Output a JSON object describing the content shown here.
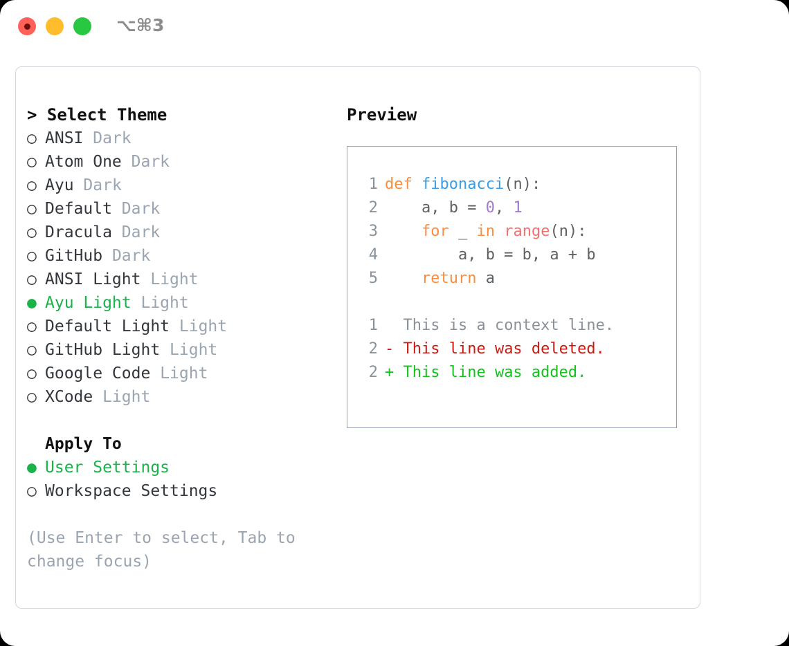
{
  "titlebar": {
    "shortcut": "⌥⌘3",
    "buttons": [
      {
        "name": "close",
        "color": "#ff6159"
      },
      {
        "name": "minimize",
        "color": "#ffbd2e"
      },
      {
        "name": "maximize",
        "color": "#28c840"
      }
    ]
  },
  "theme_picker": {
    "header": "> Select Theme",
    "selected_marker": "●",
    "unselected_marker": "○",
    "accent_color": "#19b34a",
    "variant_color": "#9aa5b1",
    "items": [
      {
        "marker": "○",
        "name": "ANSI",
        "variant": "Dark",
        "selected": false
      },
      {
        "marker": "○",
        "name": "Atom One",
        "variant": "Dark",
        "selected": false
      },
      {
        "marker": "○",
        "name": "Ayu",
        "variant": "Dark",
        "selected": false
      },
      {
        "marker": "○",
        "name": "Default",
        "variant": "Dark",
        "selected": false
      },
      {
        "marker": "○",
        "name": "Dracula",
        "variant": "Dark",
        "selected": false
      },
      {
        "marker": "○",
        "name": "GitHub",
        "variant": "Dark",
        "selected": false
      },
      {
        "marker": "○",
        "name": "ANSI Light",
        "variant": "Light",
        "selected": false
      },
      {
        "marker": "●",
        "name": "Ayu Light",
        "variant": "Light",
        "selected": true
      },
      {
        "marker": "○",
        "name": "Default Light",
        "variant": "Light",
        "selected": false
      },
      {
        "marker": "○",
        "name": "GitHub Light",
        "variant": "Light",
        "selected": false
      },
      {
        "marker": "○",
        "name": "Google Code",
        "variant": "Light",
        "selected": false
      },
      {
        "marker": "○",
        "name": "XCode",
        "variant": "Light",
        "selected": false
      }
    ]
  },
  "apply_to": {
    "header": "Apply To",
    "items": [
      {
        "marker": "●",
        "label": "User Settings",
        "selected": true
      },
      {
        "marker": "○",
        "label": "Workspace Settings",
        "selected": false
      }
    ]
  },
  "hint": "(Use Enter to select, Tab to change focus)",
  "preview": {
    "title": "Preview",
    "border_color": "#96a3b4",
    "code": [
      {
        "ln": "1",
        "tokens": [
          {
            "t": "def ",
            "c": "kw"
          },
          {
            "t": "fibonacci",
            "c": "fn"
          },
          {
            "t": "(n):",
            "c": "plain"
          }
        ]
      },
      {
        "ln": "2",
        "tokens": [
          {
            "t": "    a, b = ",
            "c": "plain"
          },
          {
            "t": "0",
            "c": "num"
          },
          {
            "t": ", ",
            "c": "plain"
          },
          {
            "t": "1",
            "c": "num"
          }
        ]
      },
      {
        "ln": "3",
        "tokens": [
          {
            "t": "    ",
            "c": "plain"
          },
          {
            "t": "for",
            "c": "kw"
          },
          {
            "t": " _ ",
            "c": "plain"
          },
          {
            "t": "in",
            "c": "kw"
          },
          {
            "t": " ",
            "c": "plain"
          },
          {
            "t": "range",
            "c": "call"
          },
          {
            "t": "(n):",
            "c": "plain"
          }
        ]
      },
      {
        "ln": "4",
        "tokens": [
          {
            "t": "        a, b = b, a + b",
            "c": "plain"
          }
        ]
      },
      {
        "ln": "5",
        "tokens": [
          {
            "t": "    ",
            "c": "plain"
          },
          {
            "t": "return",
            "c": "kw"
          },
          {
            "t": " a",
            "c": "plain"
          }
        ]
      }
    ],
    "diff": [
      {
        "ln": "1",
        "sign": " ",
        "text": "This is a context line.",
        "kind": "d-ctx"
      },
      {
        "ln": "2",
        "sign": "-",
        "text": "This line was deleted.",
        "kind": "d-del"
      },
      {
        "ln": "2",
        "sign": "+",
        "text": "This line was added.",
        "kind": "d-add"
      }
    ],
    "colors": {
      "line_number": "#8a9199",
      "keyword": "#fa8d3e",
      "function": "#399ee6",
      "number": "#a37acc",
      "builtin_call": "#f07171",
      "plain": "#5c6166",
      "diff_context": "#8a9199",
      "diff_deleted": "#c91b13",
      "diff_added": "#14c21d"
    }
  }
}
